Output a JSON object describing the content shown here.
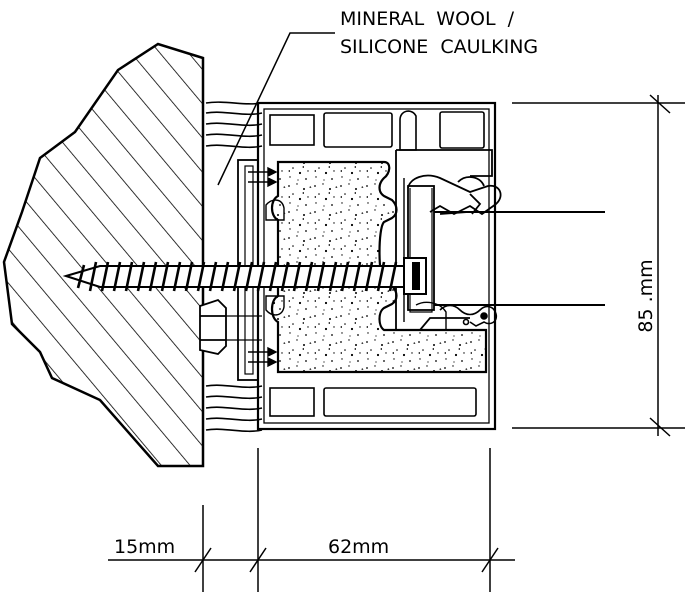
{
  "labels": {
    "material_line1": "MINERAL  WOOL  /",
    "material_line2": "SILICONE  CAULKING",
    "dim_wall": "15mm",
    "dim_frame": "62mm",
    "dim_height": "85 .mm"
  },
  "colors": {
    "ink": "#000000",
    "background": "#ffffff"
  }
}
